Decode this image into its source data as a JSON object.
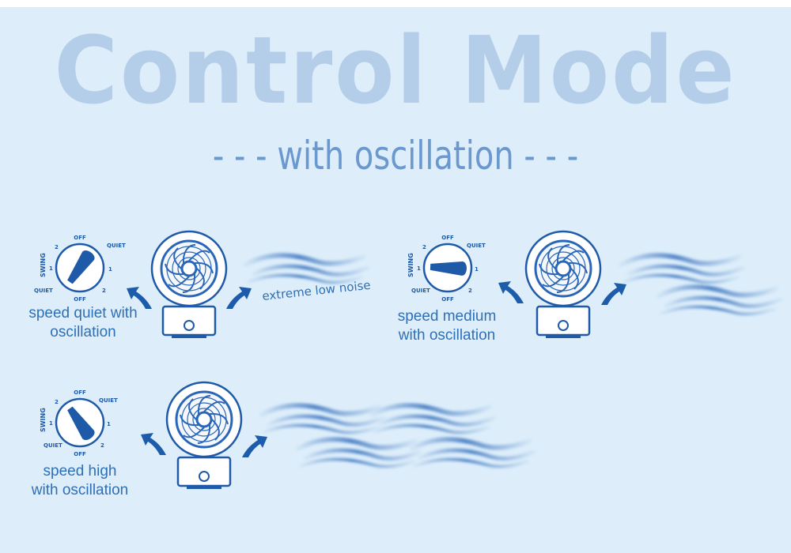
{
  "heading": {
    "title": "Control Mode",
    "subtitle": "- - - with oscillation - - -"
  },
  "dial_labels": {
    "off": "OFF",
    "quiet": "QUIET",
    "one": "1",
    "two": "2",
    "swing": "SWING"
  },
  "modes": [
    {
      "caption_line1": "speed quiet with",
      "caption_line2": "oscillation",
      "note": "extreme low noise"
    },
    {
      "caption_line1": "speed medium",
      "caption_line2": "with oscillation"
    },
    {
      "caption_line1": "speed high",
      "caption_line2": "with oscillation"
    }
  ],
  "colors": {
    "background": "#ddeefa",
    "title": "#b4cde9",
    "subtitle": "#6c98d0",
    "caption": "#2f6fb5",
    "fan_blue": "#2a66b8",
    "arrow_blue": "#1c5cab",
    "wind_blue": "#4d85c9"
  }
}
